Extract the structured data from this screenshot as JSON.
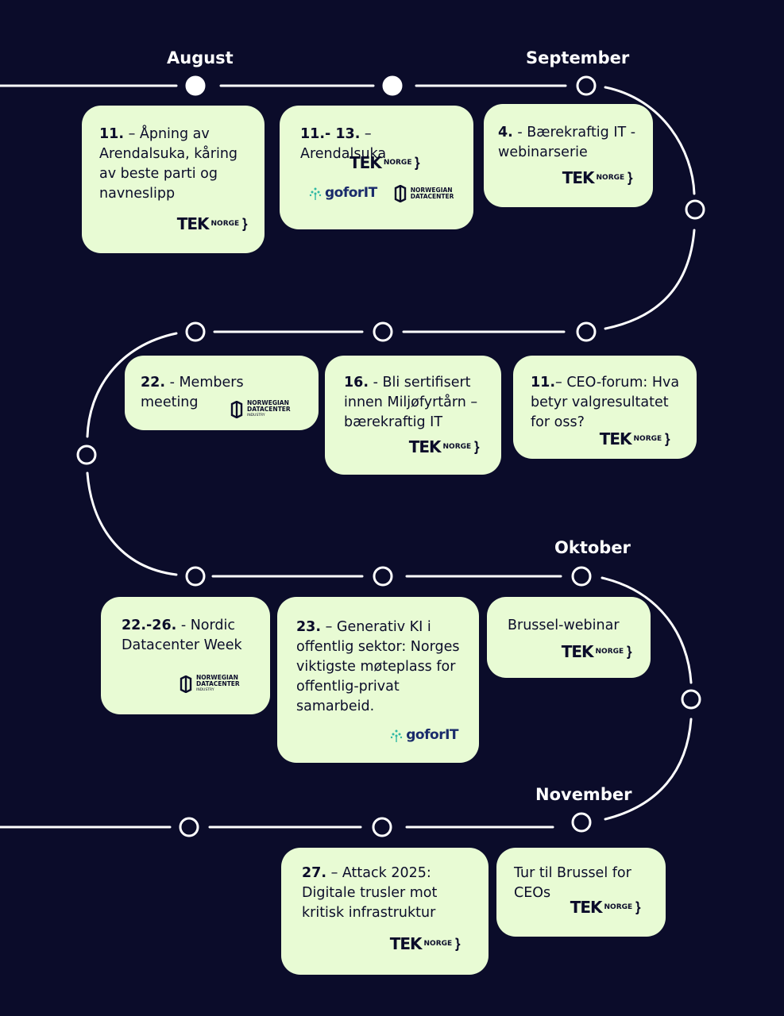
{
  "months": {
    "august": "August",
    "september": "September",
    "oktober": "Oktober",
    "november": "November"
  },
  "logo_text": {
    "tek_main": "TEK",
    "tek_sub": "NORGE",
    "tek_bracket": "}",
    "ndi_line1": "NORWEGIAN",
    "ndi_line2": "DATACENTER",
    "ndi_line3": "INDUSTRY",
    "gofor": "goforIT"
  },
  "events": [
    {
      "date": "11.",
      "text": " – Åpning av Arendalsuka, kåring av beste parti og navneslipp"
    },
    {
      "date": "11.- 13.",
      "text": " – Arendalsuka"
    },
    {
      "date": "4.",
      "text": " - Bærekraftig IT - webinarserie"
    },
    {
      "date": "22.",
      "text": " - Members meeting"
    },
    {
      "date": "16.",
      "text": " - Bli sertifisert innen Miljøfyrtårn – bærekraftig IT"
    },
    {
      "date": "11.",
      "text": "– CEO-forum: Hva betyr valgresultatet for oss?"
    },
    {
      "date": "22.-26.",
      "text": " - Nordic Datacenter Week"
    },
    {
      "date": "23.",
      "text": " – Generativ KI i offentlig sektor: Norges viktigste møteplass for offentlig-privat samarbeid."
    },
    {
      "date": "",
      "text": "Brussel-webinar"
    },
    {
      "date": "27.",
      "text": " – Attack 2025: Digitale trusler mot kritisk infrastruktur"
    },
    {
      "date": "",
      "text": "Tur til Brussel for CEOs"
    }
  ],
  "colors": {
    "background": "#0b0c2a",
    "card": "#e8fbd4",
    "line": "#ffffff",
    "accent_teal": "#2fb8a4"
  }
}
